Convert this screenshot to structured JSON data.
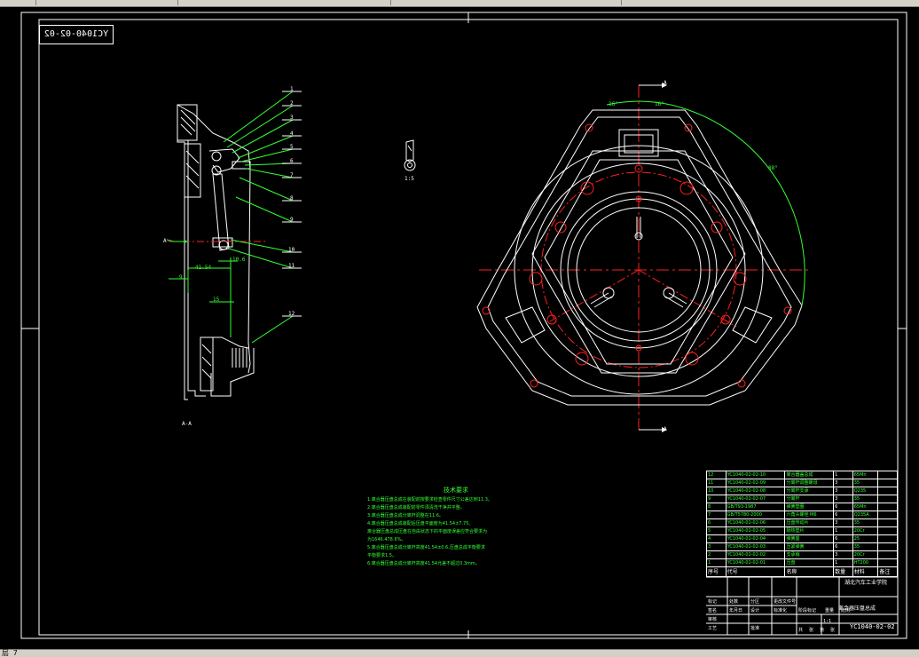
{
  "window": {
    "status_text": "层 7"
  },
  "drawing": {
    "mirrored_stamp": "YC1040-02-02",
    "section_label": "A-A",
    "detail_label": "1:5",
    "arrow_labels": [
      "A",
      "A",
      "A"
    ],
    "dimensions": {
      "angle_left": "16°",
      "angle_right": "16°",
      "angle_big": "88°",
      "dim_41": "41.54",
      "dim_15": "15",
      "dim_9": "9",
      "dim_10": "10.6"
    },
    "balloons": [
      "1",
      "2",
      "3",
      "4",
      "5",
      "6",
      "7",
      "8",
      "9",
      "10",
      "11",
      "12"
    ]
  },
  "tech_notes": {
    "title": "技术要求",
    "lines": [
      "1.离合器压盘总成在装配前按要求检查零件尺寸公差达到11.3。",
      "2.离合器压盘总成装配前零件须清洗干净并平整。",
      "3.离合器压盘总成分离杆调整在11.6。",
      "4.离合器压盘总成装配后压盘平面度为41.54±7.75,",
      "  离合器压盘总成压盘在自由状态下的平面度误差应符合要求为",
      "  为1646.478.6%。",
      "5.离合器压盘总成分离杆高度41.54±0.6,压盘总成平衡要求",
      "  平衡要求1.5。",
      "6.离合器压盘总成分离杆高度41.54允差不超过0.3mm。"
    ]
  },
  "bom": {
    "rows": [
      {
        "no": "12",
        "code": "YC1040-02-02-10",
        "name": "离合器盖总成",
        "qty": "1",
        "mat": "65Mn"
      },
      {
        "no": "11",
        "code": "YC1040-02-02-09",
        "name": "分离杆调整螺母",
        "qty": "3",
        "mat": "35"
      },
      {
        "no": "10",
        "code": "YC1040-02-02-08",
        "name": "分离杆支承",
        "qty": "3",
        "mat": "Q235"
      },
      {
        "no": "9",
        "code": "YC1040-02-02-07",
        "name": "分离杆",
        "qty": "3",
        "mat": "35"
      },
      {
        "no": "8",
        "code": "GB/T93-1987",
        "name": "弹簧垫圈",
        "qty": "6",
        "mat": "65Mn"
      },
      {
        "no": "7",
        "code": "GB/T5780-2000",
        "name": "六角头螺栓 M6",
        "qty": "6",
        "mat": "Q235A"
      },
      {
        "no": "6",
        "code": "YC1040-02-02-06",
        "name": "压盘传动片",
        "qty": "3",
        "mat": "35"
      },
      {
        "no": "5",
        "code": "YC1040-02-02-05",
        "name": "隔热垫片",
        "qty": "1",
        "mat": "20Cr"
      },
      {
        "no": "4",
        "code": "YC1040-02-02-04",
        "name": "弹簧座",
        "qty": "6",
        "mat": "25"
      },
      {
        "no": "3",
        "code": "YC1040-02-02-03",
        "name": "压紧弹簧",
        "qty": "6",
        "mat": "35"
      },
      {
        "no": "2",
        "code": "YC1040-02-02-02",
        "name": "支承销",
        "qty": "3",
        "mat": "20Cr"
      },
      {
        "no": "1",
        "code": "YC1040-02-02-01",
        "name": "压盘",
        "qty": "1",
        "mat": "HT200"
      }
    ],
    "header": {
      "no": "序号",
      "code": "代号",
      "name": "名称",
      "qty": "数量",
      "mat": "材料",
      "note": "备注"
    }
  },
  "title_block": {
    "school": "湖北汽车工业学院",
    "title": "离合器压盘总成",
    "code": "YC1040-02-02",
    "scale": "1:1",
    "labels": [
      "标记",
      "处数",
      "分区",
      "更改文件号",
      "签名",
      "年月日",
      "设计",
      "标准化",
      "阶段标记",
      "重量",
      "比例",
      "审核",
      "工艺",
      "批准",
      "共",
      "张",
      "第",
      "张"
    ]
  },
  "colors": {
    "background": "#000000",
    "lines": "#ffffff",
    "annotation": "#33ff33",
    "center": "#ff2020"
  }
}
